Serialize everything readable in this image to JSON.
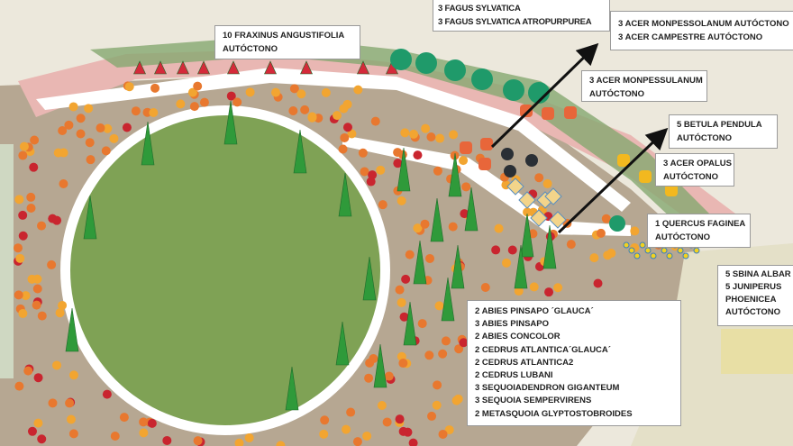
{
  "labels": {
    "fraxinus": [
      "10 FRAXINUS ANGUSTIFOLIA",
      "AUTÓCTONO"
    ],
    "fagus": [
      "3 FAGUS SYLVATICA",
      "3 FAGUS SYLVATICA ATROPURPUREA"
    ],
    "acer_monpessolanum_campestre": [
      "3 ACER MONPESSOLANUM AUTÓCTONO",
      "3 ACER CAMPESTRE AUTÓCTONO"
    ],
    "acer_monpessulanum": [
      "3 ACER MONPESSULANUM",
      "AUTÓCTONO"
    ],
    "betula": [
      "5 BETULA PENDULA",
      "AUTÓCTONO"
    ],
    "acer_opalus": [
      "3 ACER OPALUS",
      "AUTÓCTONO"
    ],
    "quercus": [
      "1 QUERCUS FAGINEA",
      "AUTÓCTONO"
    ],
    "sabina": [
      "5 SBINA ALBAR",
      "5 JUNIPERUS",
      "PHOENICEA",
      "AUTÓCTONO"
    ],
    "conifers": [
      "2 ABIES PINSAPO ´GLAUCA´",
      "3 ABIES PINSAPO",
      "2 ABIES CONCOLOR",
      "2 CEDRUS ATLANTICA´GLAUCA´",
      "2 CEDRUS ATLANTICA2",
      "2 CEDRUS LUBANI",
      "3 SEQUOIADENDRON GIGANTEUM",
      "3 SEQUOIA SEMPERVIRENS",
      "2 METASQUOIA GLYPTOSTOBROIDES"
    ]
  },
  "colors": {
    "lawn": "#7fa255",
    "conifer": "#2f9a3a",
    "fraxinus": "#d42a3a",
    "path": "#ffffff",
    "bed": "#b3a48f",
    "pink": "#e9b7b3"
  }
}
